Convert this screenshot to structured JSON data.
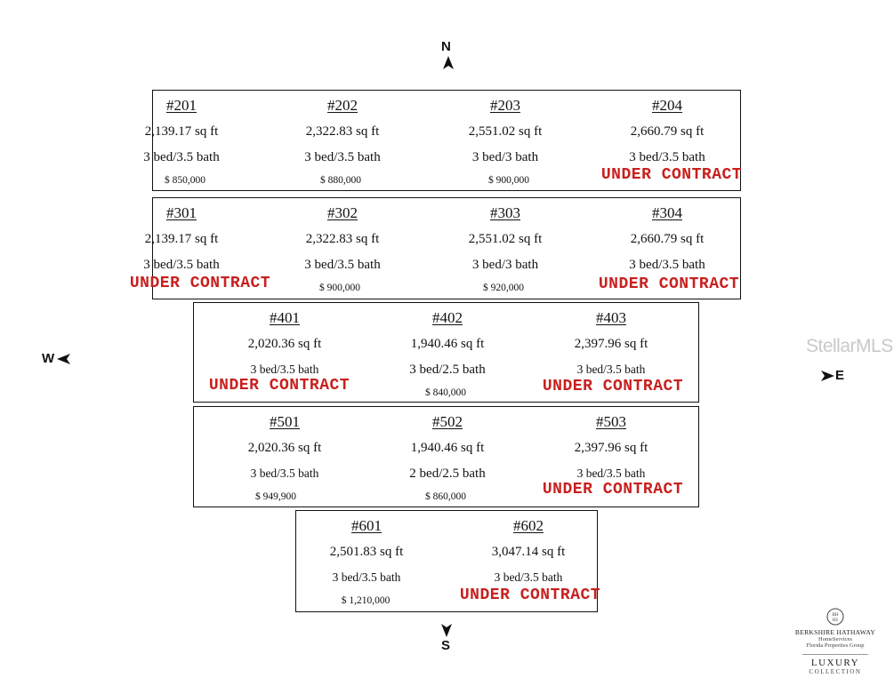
{
  "compass": {
    "north": "N",
    "south": "S",
    "west": "W",
    "east": "E"
  },
  "watermark": "StellarMLS",
  "brand": {
    "monogram": "BH\nHS",
    "line1": "BERKSHIRE HATHAWAY",
    "line2": "HomeServices",
    "line3": "Florida Properties Group",
    "line4": "LUXURY",
    "line5": "COLLECTION"
  },
  "colors": {
    "status": "#c8201e",
    "border": "#111111",
    "watermark": "#c9c9c9"
  },
  "floors": [
    {
      "name": "floor-2",
      "units": [
        {
          "num": "#201",
          "sqft": "2,139.17 sq ft",
          "beds": "3 bed/3.5 bath",
          "price": "$ 850,000",
          "status": ""
        },
        {
          "num": "#202",
          "sqft": "2,322.83 sq ft",
          "beds": "3 bed/3.5 bath",
          "price": "$ 880,000",
          "status": ""
        },
        {
          "num": "#203",
          "sqft": "2,551.02 sq ft",
          "beds": "3 bed/3 bath",
          "price": "$ 900,000",
          "status": ""
        },
        {
          "num": "#204",
          "sqft": "2,660.79 sq ft",
          "beds": "3 bed/3.5 bath",
          "price": "",
          "status": "UNDER CONTRACT"
        }
      ]
    },
    {
      "name": "floor-3",
      "units": [
        {
          "num": "#301",
          "sqft": "2,139.17 sq ft",
          "beds": "3 bed/3.5 bath",
          "price": "",
          "status": "UNDER CONTRACT"
        },
        {
          "num": "#302",
          "sqft": "2,322.83 sq ft",
          "beds": "3 bed/3.5 bath",
          "price": "$ 900,000",
          "status": ""
        },
        {
          "num": "#303",
          "sqft": "2,551.02 sq ft",
          "beds": "3 bed/3 bath",
          "price": "$ 920,000",
          "status": ""
        },
        {
          "num": "#304",
          "sqft": "2,660.79 sq ft",
          "beds": "3 bed/3.5 bath",
          "price": "",
          "status": "UNDER CONTRACT"
        }
      ]
    },
    {
      "name": "floor-4",
      "units": [
        {
          "num": "#401",
          "sqft": "2,020.36 sq ft",
          "beds": "3 bed/3.5 bath",
          "price": "",
          "status": "UNDER CONTRACT"
        },
        {
          "num": "#402",
          "sqft": "1,940.46 sq ft",
          "beds": "3 bed/2.5 bath",
          "price": "$ 840,000",
          "status": ""
        },
        {
          "num": "#403",
          "sqft": "2,397.96 sq ft",
          "beds": "3 bed/3.5 bath",
          "price": "",
          "status": "UNDER CONTRACT"
        }
      ]
    },
    {
      "name": "floor-5",
      "units": [
        {
          "num": "#501",
          "sqft": "2,020.36 sq ft",
          "beds": "3 bed/3.5 bath",
          "price": "$ 949,900",
          "status": ""
        },
        {
          "num": "#502",
          "sqft": "1,940.46 sq ft",
          "beds": "2 bed/2.5 bath",
          "price": "$ 860,000",
          "status": ""
        },
        {
          "num": "#503",
          "sqft": "2,397.96 sq ft",
          "beds": "3 bed/3.5 bath",
          "price": "",
          "status": "UNDER CONTRACT"
        }
      ]
    },
    {
      "name": "floor-6",
      "units": [
        {
          "num": "#601",
          "sqft": "2,501.83 sq ft",
          "beds": "3 bed/3.5 bath",
          "price": "$ 1,210,000",
          "status": ""
        },
        {
          "num": "#602",
          "sqft": "3,047.14 sq ft",
          "beds": "3 bed/3.5 bath",
          "price": "",
          "status": "UNDER CONTRACT"
        }
      ]
    }
  ]
}
